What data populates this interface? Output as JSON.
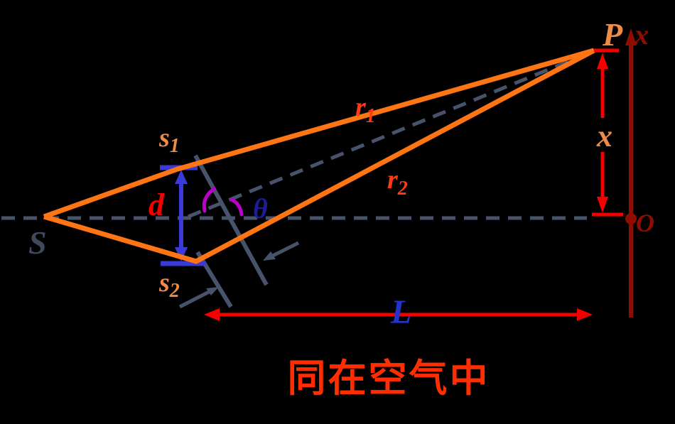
{
  "diagram": {
    "caption": "同在空气中",
    "labels": {
      "source": "S",
      "slit1": {
        "base": "s",
        "sub": "1"
      },
      "slit2": {
        "base": "s",
        "sub": "2"
      },
      "slit_separation": "d",
      "angle": "θ",
      "ray1": {
        "base": "r",
        "sub": "1"
      },
      "ray2": {
        "base": "r",
        "sub": "2"
      },
      "point": "P",
      "screen_axis": "x",
      "fringe_distance": "x",
      "origin": "O",
      "screen_distance": "L"
    },
    "colors": {
      "background": "#000000",
      "ray_orange": "#FF7514",
      "warm_label": "#EE8B48",
      "ray_label_red": "#FF3A14",
      "bright_red": "#F40000",
      "dark_red": "#8F0D00",
      "marker_blue": "#3A3AD6",
      "l_label_blue": "#2433CC",
      "theta_navy": "#1C1C96",
      "slate_gray": "#47536A",
      "slate_text": "#3D4A5C",
      "arc_purple": "#BB00CC",
      "caption_red": "#FF2D00"
    }
  }
}
